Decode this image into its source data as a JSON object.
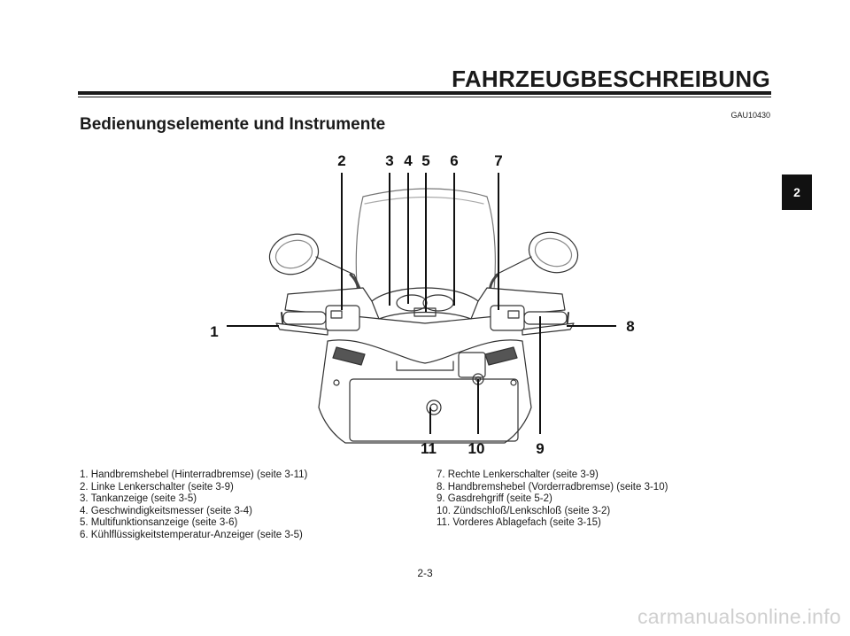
{
  "header": {
    "title": "FAHRZEUGBESCHREIBUNG",
    "doc_code": "GAU10430"
  },
  "section_title": "Bedienungselemente und Instrumente",
  "chapter_tab": "2",
  "callouts": {
    "c1": "1",
    "c2": "2",
    "c3": "3",
    "c4": "4",
    "c5": "5",
    "c6": "6",
    "c7": "7",
    "c8": "8",
    "c9": "9",
    "c10": "10",
    "c11": "11"
  },
  "legend_left": [
    "1. Handbremshebel (Hinterradbremse) (seite 3-11)",
    "2. Linke Lenkerschalter (seite 3-9)",
    "3. Tankanzeige (seite 3-5)",
    "4. Geschwindigkeitsmesser (seite 3-4)",
    "5. Multifunktionsanzeige (seite 3-6)",
    "6. Kühlflüssigkeitstemperatur-Anzeiger (seite 3-5)"
  ],
  "legend_right": [
    "7. Rechte Lenkerschalter (seite 3-9)",
    "8. Handbremshebel (Vorderradbremse) (seite 3-10)",
    "9. Gasdrehgriff (seite 5-2)",
    "10. Zündschloß/Lenkschloß (seite 3-2)",
    "11. Vorderes Ablagefach (seite 3-15)"
  ],
  "page_number": "2-3",
  "watermark": "carmanualsonline.info"
}
